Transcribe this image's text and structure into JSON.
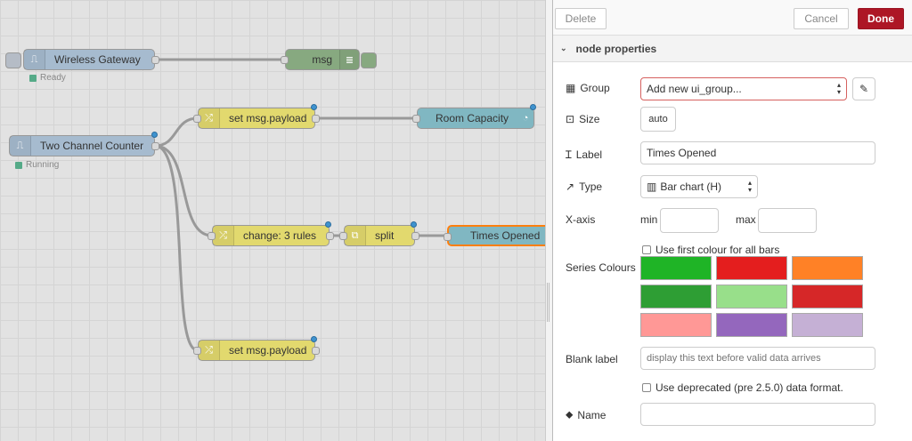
{
  "flow": {
    "nodes": {
      "wireless_gateway": {
        "label": "Wireless Gateway",
        "status": "Ready"
      },
      "msg": {
        "label": "msg"
      },
      "two_channel_counter": {
        "label": "Two Channel Counter",
        "status": "Running"
      },
      "set_payload_top": {
        "label": "set msg.payload"
      },
      "room_capacity": {
        "label": "Room Capacity"
      },
      "change_rules": {
        "label": "change: 3 rules"
      },
      "split": {
        "label": "split"
      },
      "times_opened": {
        "label": "Times Opened"
      },
      "set_payload_bottom": {
        "label": "set msg.payload"
      }
    },
    "colors": {
      "input": "#a6bbcf",
      "function": "#e2d96e",
      "dashboard": "#80b7c2",
      "debug": "#87a980"
    }
  },
  "panel": {
    "delete_label": "Delete",
    "cancel_label": "Cancel",
    "done_label": "Done",
    "section_title": "node properties",
    "group": {
      "label": "Group",
      "value": "Add new ui_group..."
    },
    "size": {
      "label": "Size",
      "value": "auto"
    },
    "label_field": {
      "label": "Label",
      "value": "Times Opened"
    },
    "type": {
      "label": "Type",
      "value": "Bar chart (H)"
    },
    "xaxis": {
      "label": "X-axis",
      "min_label": "min",
      "max_label": "max",
      "min_value": "",
      "max_value": ""
    },
    "first_colour": {
      "label": "Use first colour for all bars",
      "checked": false
    },
    "series_colours": {
      "label": "Series Colours",
      "colors": [
        "#1fb426",
        "#e41e1e",
        "#ff8126",
        "#2e9e34",
        "#98df8a",
        "#d62728",
        "#ff9896",
        "#9467bd",
        "#c5b0d5"
      ]
    },
    "blank_label": {
      "label": "Blank label",
      "placeholder": "display this text before valid data arrives"
    },
    "deprecated": {
      "label": "Use deprecated (pre 2.5.0) data format.",
      "checked": false
    },
    "name": {
      "label": "Name",
      "value": ""
    },
    "accent_color": "#ad1625",
    "error_border": "#d6615f"
  }
}
